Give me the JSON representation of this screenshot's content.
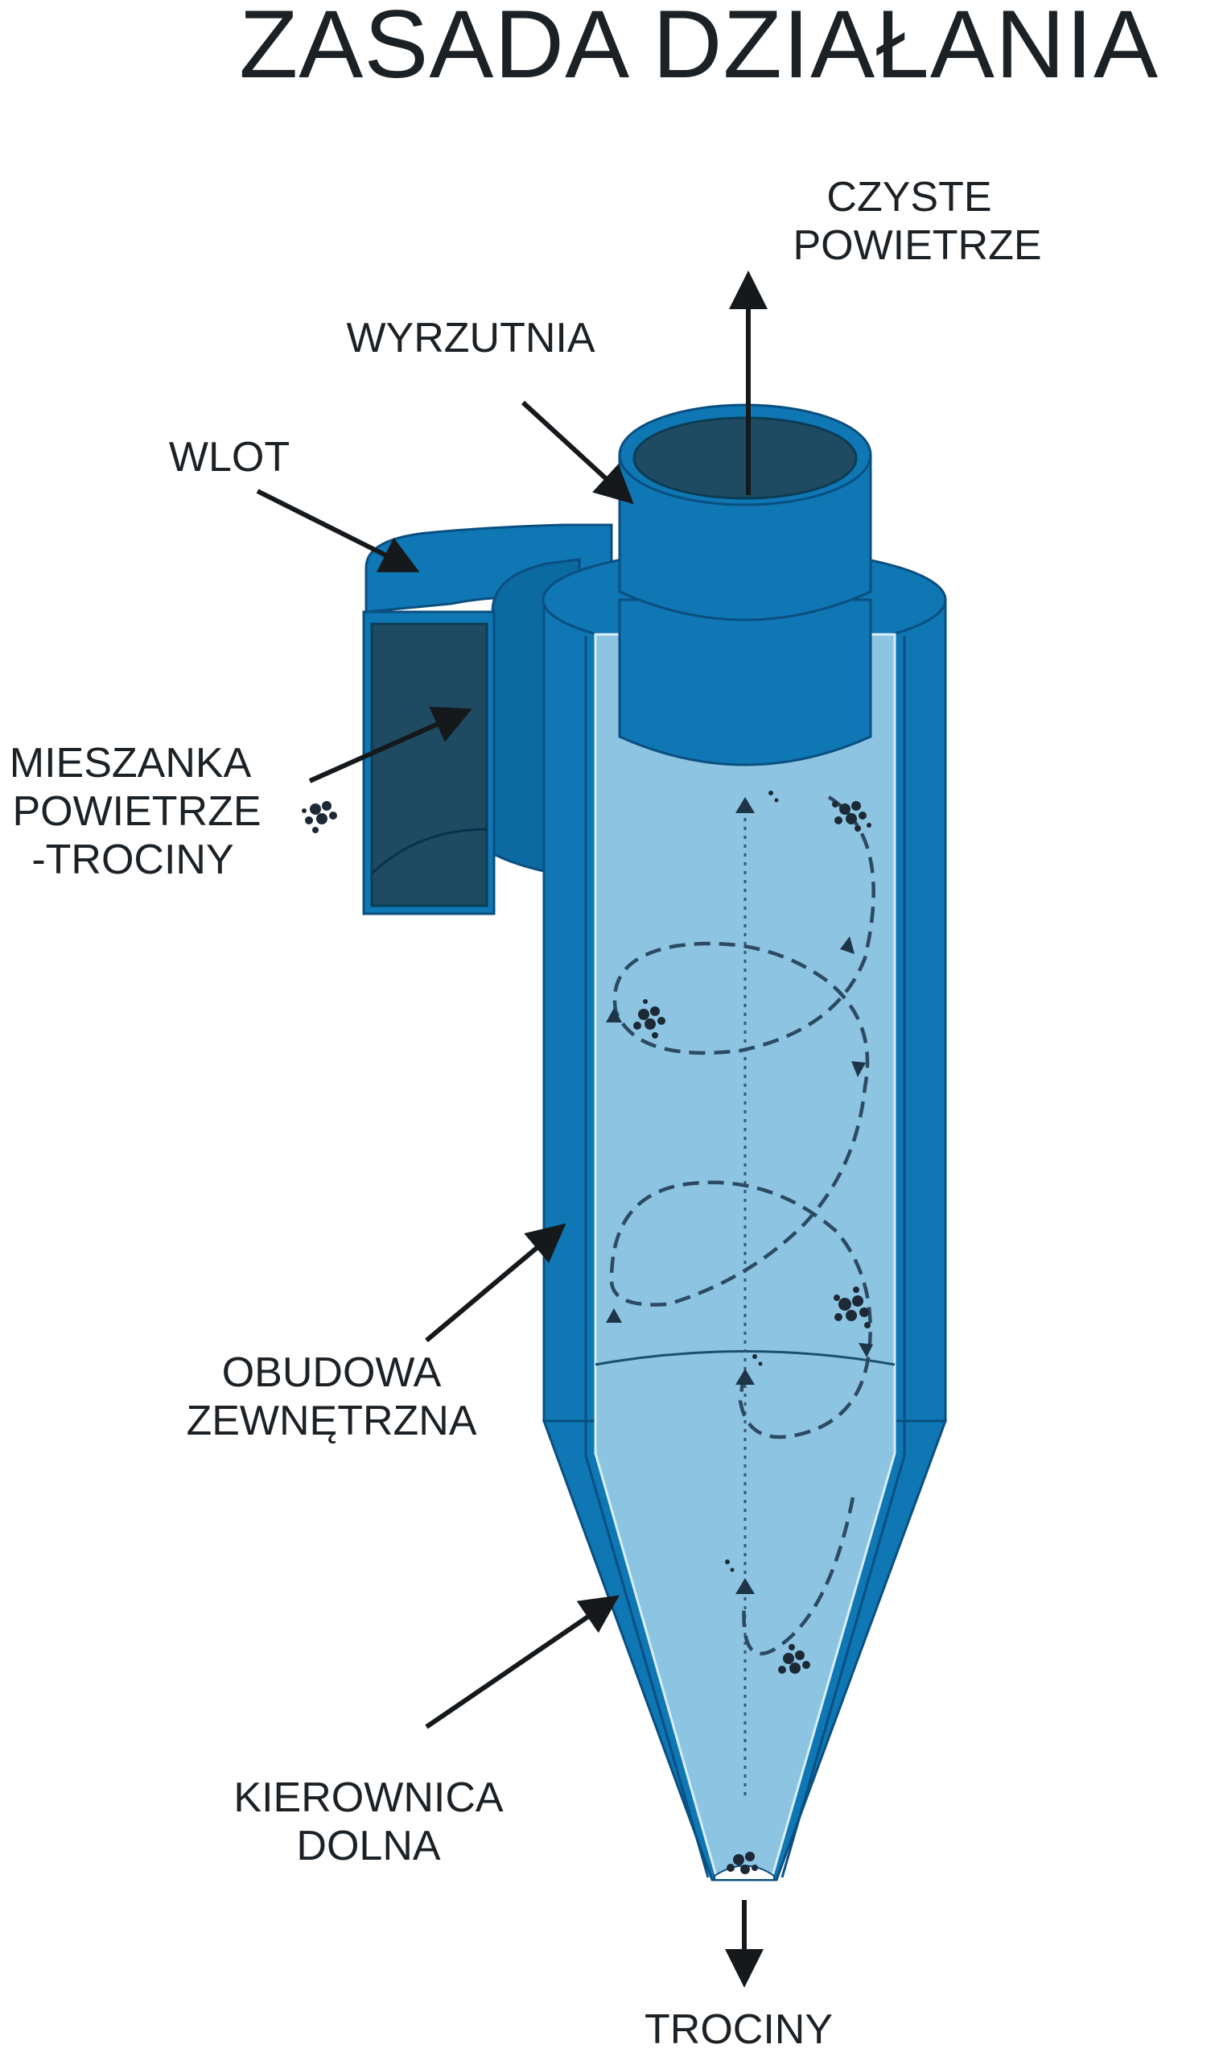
{
  "title": "ZASADA DZIAŁANIA",
  "labels": {
    "czyste_1": "CZYSTE",
    "czyste_2": "POWIETRZE",
    "wyrzutnia": "WYRZUTNIA",
    "wlot": "WLOT",
    "mieszanka_1": "MIESZANKA",
    "mieszanka_2": "POWIETRZE",
    "mieszanka_3": "-TROCINY",
    "obudowa_1": "OBUDOWA",
    "obudowa_2": "ZEWNĘTRZNA",
    "kierownica_1": "KIEROWNICA",
    "kierownica_2": "DOLNA",
    "trociny": "TROCINY"
  },
  "colors": {
    "body_blue": "#0e77b4",
    "inner_light": "#8cc4e2",
    "dark_teal": "#1e4b62",
    "text": "#1c2126"
  }
}
